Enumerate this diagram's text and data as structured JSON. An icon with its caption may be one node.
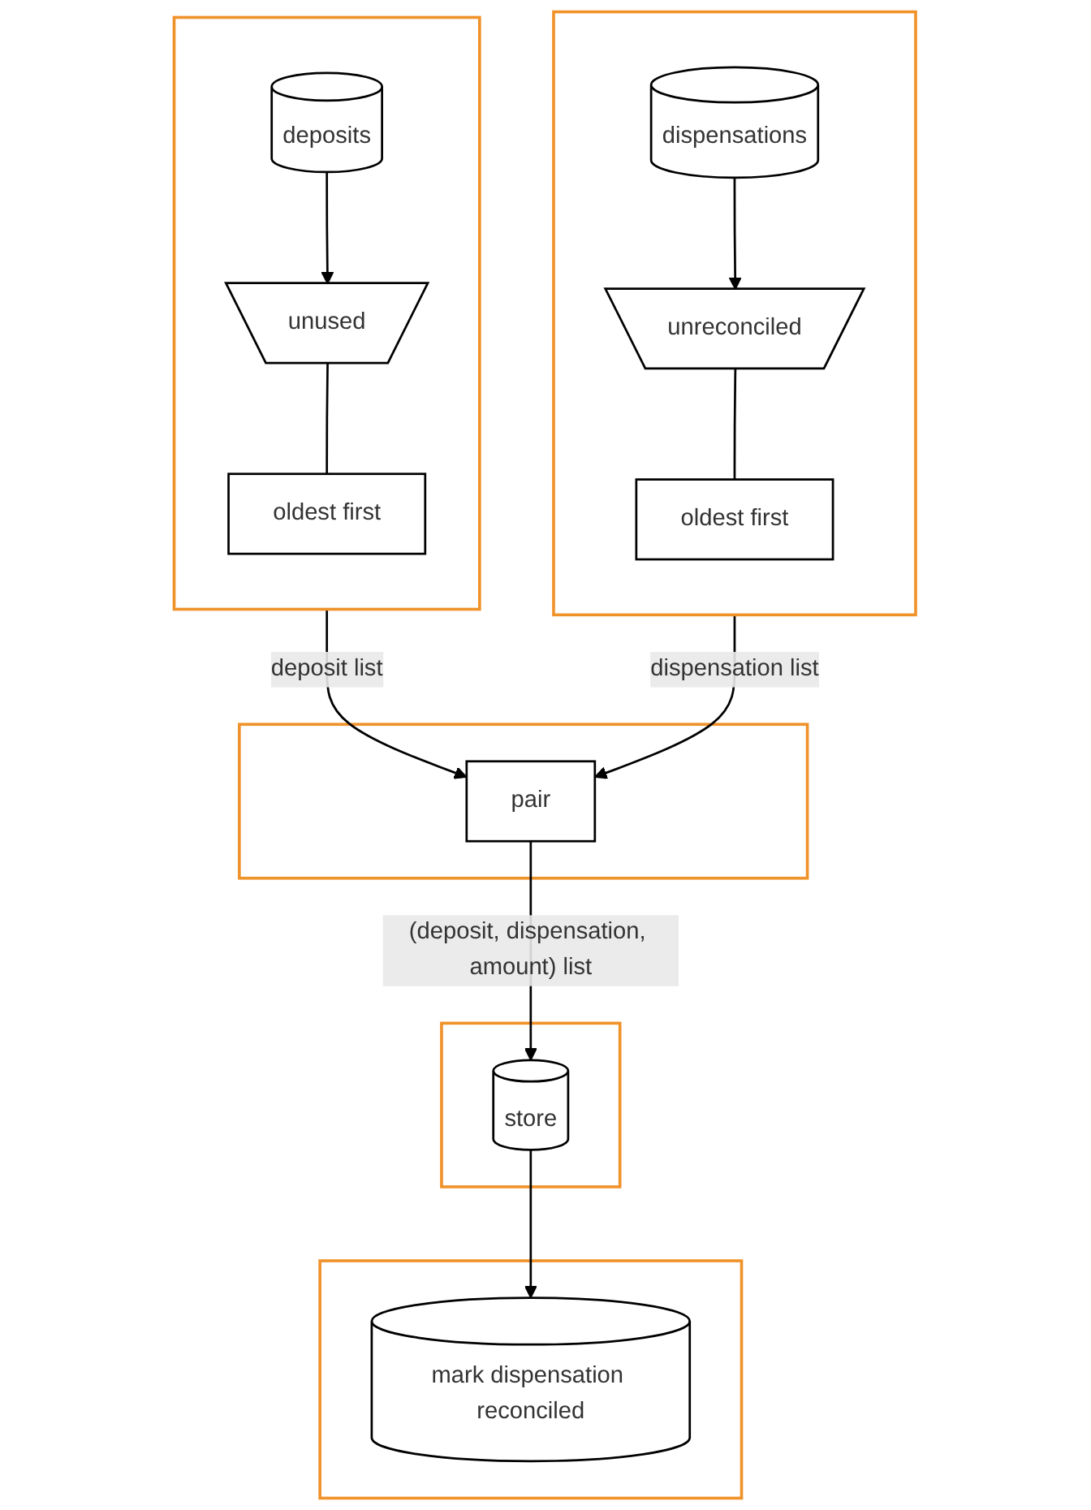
{
  "diagram": {
    "nodes": [
      {
        "text": [],
        "shape": "box"
      },
      {
        "text": [
          "deposits"
        ],
        "in": 0
      },
      {
        "text": [
          "unused"
        ],
        "in": 0
      },
      {
        "text": [
          "oldest first"
        ],
        "in": 0
      },
      {
        "text": [],
        "shape": "box"
      },
      {
        "text": [
          "dispensations"
        ],
        "in": 4
      },
      {
        "text": [
          "unreconciled"
        ],
        "in": 4
      },
      {
        "text": [
          "oldest first"
        ],
        "in": 4
      },
      {
        "text": [],
        "shape": "box"
      },
      {
        "text": [
          "pair"
        ],
        "in": 8
      },
      {
        "text": [],
        "shape": "box"
      },
      {
        "text": [
          "store"
        ],
        "in": 10
      },
      {
        "text": [],
        "shape": "box"
      },
      {
        "text": [
          "mark dispensation reconciled"
        ],
        "in": 12
      }
    ],
    "edges": [
      {
        "from": 1,
        "to": 2,
        "arrow": "to"
      },
      {
        "from": 2,
        "to": 3,
        "arrow": "none"
      },
      {
        "from": 5,
        "to": 6,
        "arrow": "to"
      },
      {
        "from": 6,
        "to": 7,
        "arrow": "none"
      },
      {
        "from": 0,
        "to": 9,
        "arrow": "to",
        "label": "deposit list"
      },
      {
        "from": 4,
        "to": 9,
        "arrow": "to",
        "label": "dispensation list"
      },
      {
        "from": 9,
        "to": 11,
        "arrow": "to",
        "label": "(deposit, dispensation, amount) list"
      },
      {
        "from": 11,
        "to": 13,
        "arrow": "to"
      }
    ]
  }
}
